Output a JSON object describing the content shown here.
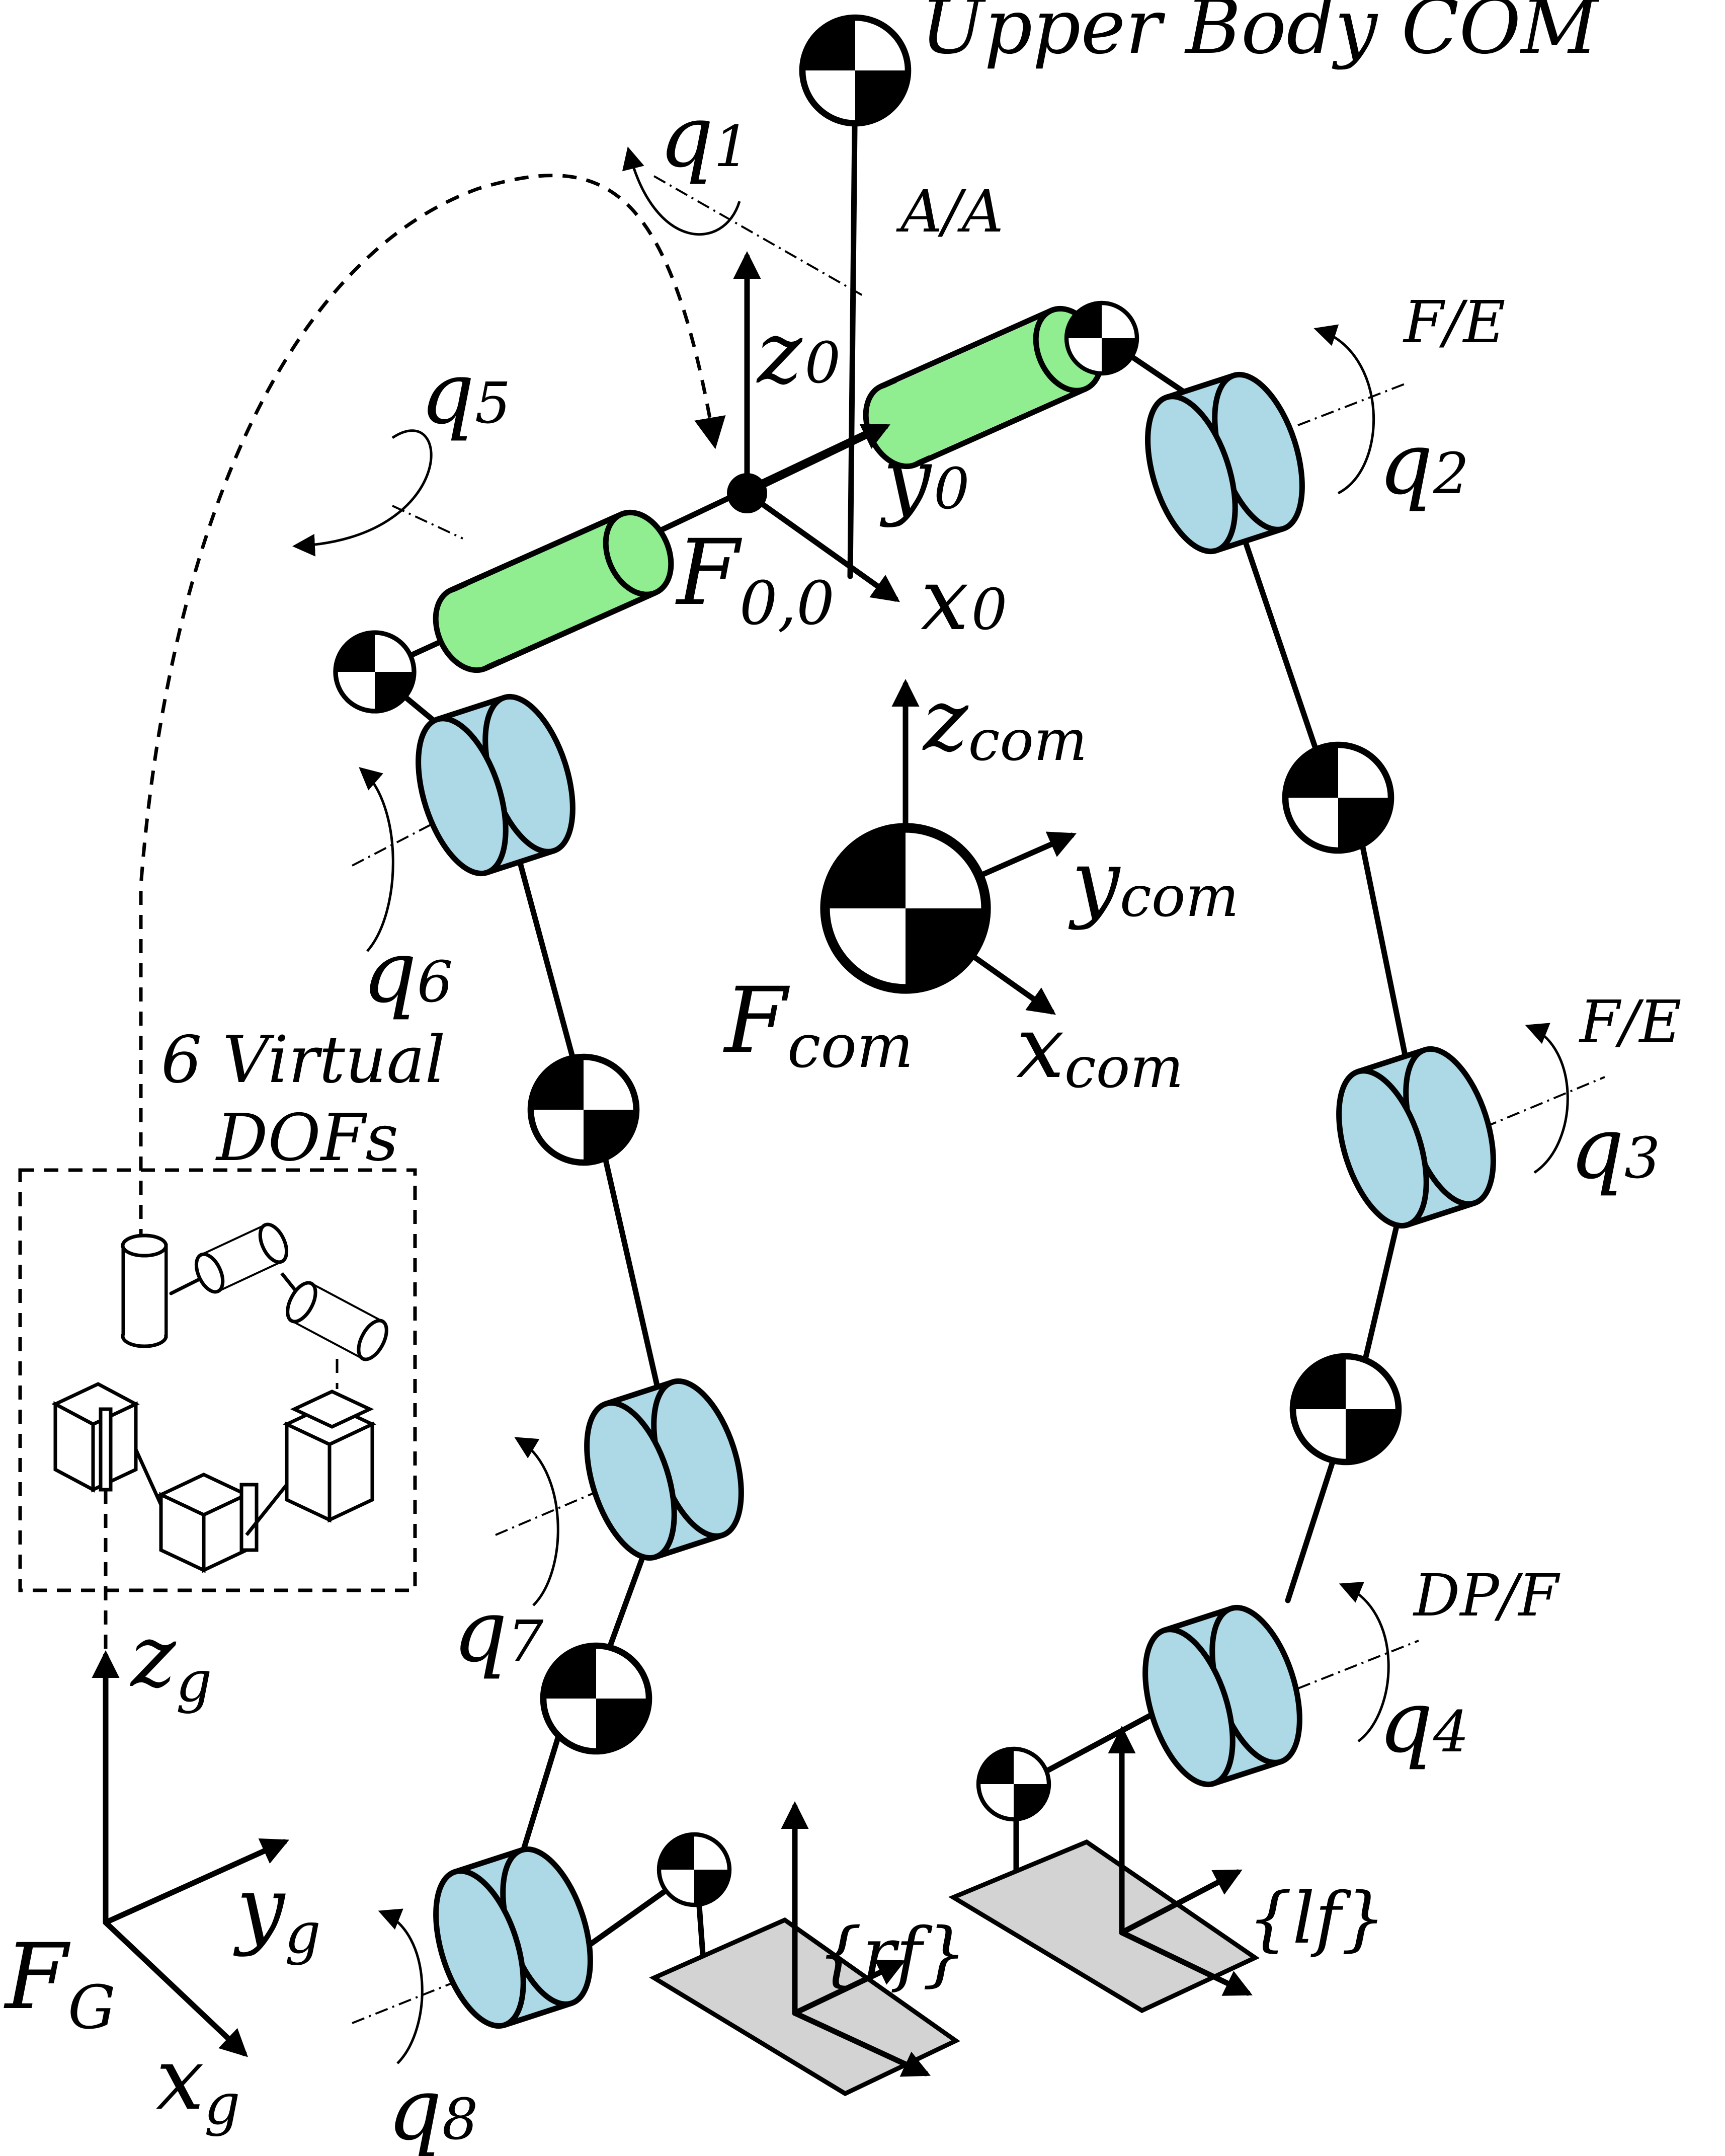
{
  "labels": {
    "upper_body_com": "Upper Body COM",
    "aa": "A/A",
    "fe_top": "F/E",
    "fe_mid": "F/E",
    "dpf": "DP/F",
    "virtual_dofs_line1": "6 Virtual",
    "virtual_dofs_line2": "DOFs",
    "q1": "1",
    "q2": "2",
    "q3": "3",
    "q4": "4",
    "q5": "5",
    "q6": "6",
    "q7": "7",
    "q8": "8",
    "q_base": "q",
    "z0": "z",
    "y0": "y",
    "x0": "x",
    "zero": "0",
    "f00_base": "F",
    "f00_sub": "0,0",
    "zcom": "z",
    "ycom": "y",
    "xcom": "x",
    "com": "com",
    "fcom_base": "F",
    "fcom_sub": "com",
    "zg": "z",
    "yg": "y",
    "xg": "x",
    "g": "g",
    "fg_base": "F",
    "fg_sub": "G",
    "rf": "{rf}",
    "lf": "{lf}"
  },
  "colors": {
    "actuator_blue": "#add8e6",
    "actuator_green": "#90ee90",
    "foot_gray": "#d3d3d3"
  },
  "icons": [
    "com-marker-icon",
    "rotation-arrow-icon",
    "joint-cylinder-icon",
    "virtual-joint-icon"
  ]
}
